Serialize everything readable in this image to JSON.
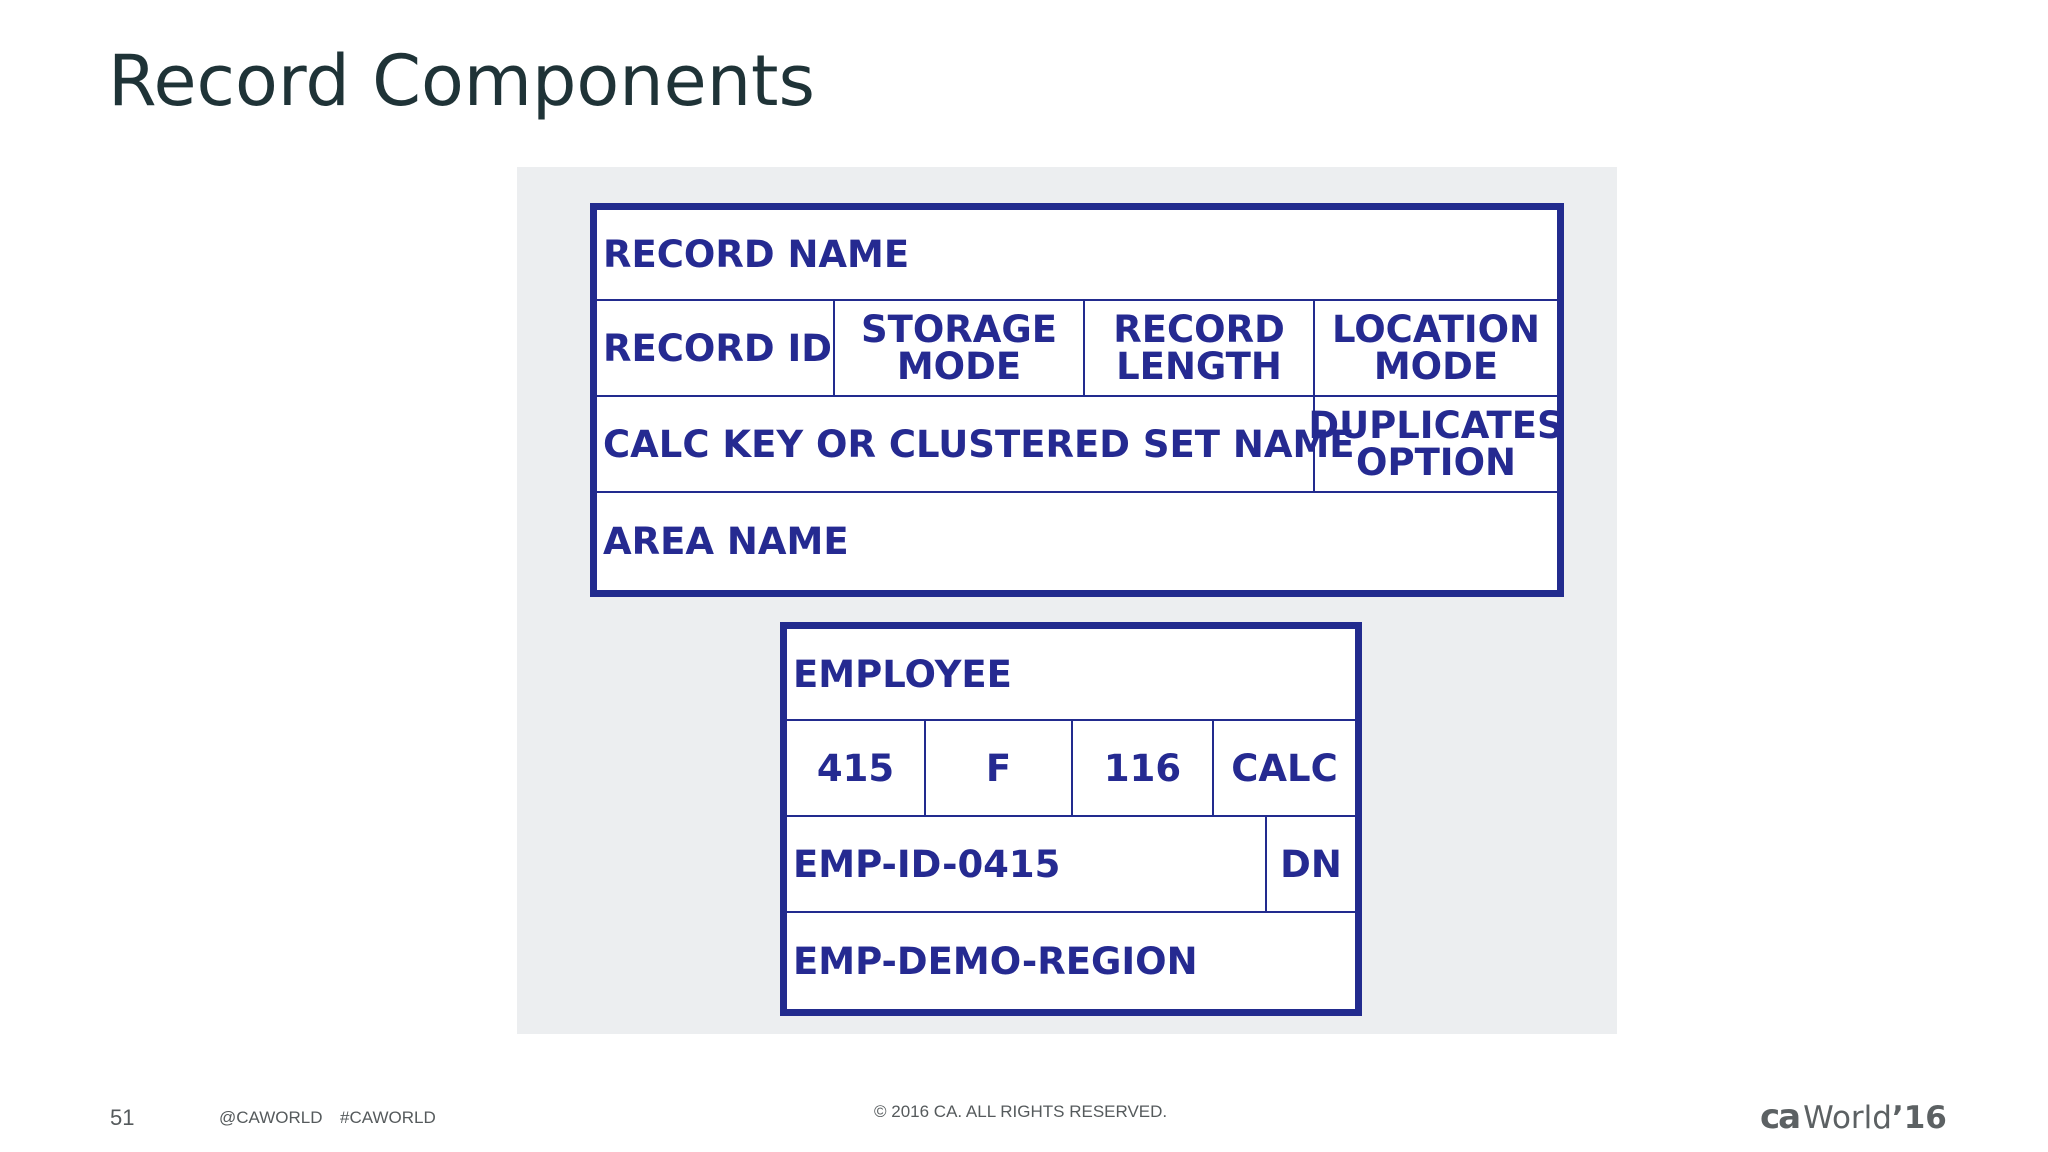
{
  "slide": {
    "title": "Record Components",
    "page_number": "51",
    "handle_twitter": "@CAWORLD",
    "handle_hashtag": "#CAWORLD",
    "copyright": "© 2016 CA. ALL RIGHTS RESERVED.",
    "logo": {
      "ca": "ca",
      "world": "World",
      "year": "’16"
    }
  },
  "template_box": {
    "record_name": "RECORD NAME",
    "record_id": "RECORD ID",
    "storage_mode": "STORAGE\nMODE",
    "record_length": "RECORD\nLENGTH",
    "location_mode": "LOCATION\nMODE",
    "calc_key": "CALC KEY OR CLUSTERED SET NAME",
    "duplicates_option": "DUPLICATES\nOPTION",
    "area_name": "AREA NAME"
  },
  "example_box": {
    "record_name": "EMPLOYEE",
    "record_id": "415",
    "storage_mode": "F",
    "record_length": "116",
    "location_mode": "CALC",
    "calc_key": "EMP-ID-0415",
    "duplicates_option": "DN",
    "area_name": "EMP-DEMO-REGION"
  },
  "colors": {
    "diagram_blue": "#222b8e",
    "panel_gray": "#eceef0",
    "title": "#1f3337"
  }
}
